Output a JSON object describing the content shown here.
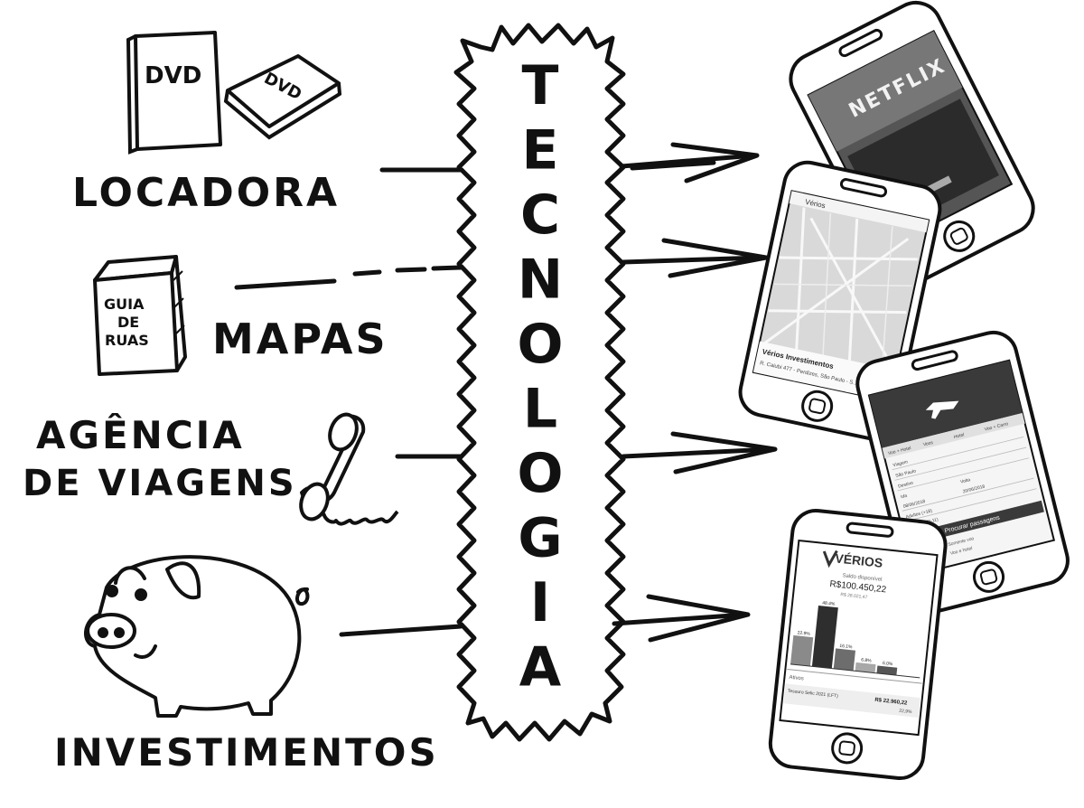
{
  "center": {
    "letters": [
      "T",
      "E",
      "C",
      "N",
      "O",
      "L",
      "O",
      "G",
      "I",
      "A"
    ]
  },
  "left": {
    "locadora": {
      "label": "LOCADORA",
      "dvd_front": "DVD",
      "dvd_back": "DVD"
    },
    "mapas": {
      "label": "MAPAS",
      "book_lines": [
        "GUIA",
        "DE",
        "RUAS"
      ]
    },
    "agencia": {
      "line1": "AGÊNCIA",
      "line2": "DE VIAGENS"
    },
    "investimentos": {
      "label": "INVESTIMENTOS"
    }
  },
  "phones": {
    "netflix": {
      "logo": "NETFLIX"
    },
    "maps": {
      "app": "Vérios",
      "place": "Vérios Investimentos",
      "address": "R. Caiubi 477 - Perdizes, São Paulo - S..."
    },
    "travel": {
      "tabs": [
        "Voo + Hotel",
        "Voos",
        "Hotel",
        "Voo + Carro"
      ],
      "fields": [
        "Viagem",
        "São Paulo",
        "Destino",
        "Ida",
        "Volta",
        "Adultos (+18)",
        "Crianças (0-11)"
      ],
      "dates": [
        "08/06/2018",
        "20/06/2018"
      ],
      "button": "Procurar passagens",
      "options": [
        "Somente voo",
        "Voo e hotel"
      ]
    },
    "invest": {
      "brand": "VÉRIOS",
      "balance_label": "Saldo disponível",
      "balance": "R$100.450,22",
      "delta": "R$ 28.021,47",
      "list_header": "Ativos",
      "asset": "Tesouro Selic 2021 (LFT)",
      "asset_value": "R$ 22.960,22",
      "asset_pct": "22,9%"
    }
  },
  "chart_data": {
    "type": "bar",
    "categories": [
      "",
      "",
      "",
      "",
      "",
      ""
    ],
    "values": [
      22.9,
      48.4,
      16.1,
      6.8,
      6.0,
      0
    ],
    "value_labels": [
      "22.9%",
      "48.4%",
      "16.1%",
      "6.8%",
      "6.0%",
      ""
    ],
    "ylim": [
      0,
      50
    ]
  }
}
